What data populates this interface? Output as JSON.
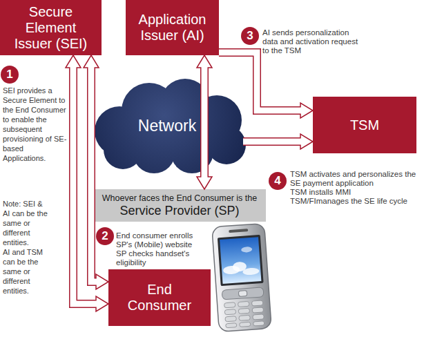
{
  "diagram": {
    "nodes": [
      {
        "text": [
          "Secure Element Issuer (SEI)"
        ]
      },
      {
        "text": [
          "Application Issuer (AI)"
        ]
      },
      {
        "text": [
          "Network"
        ]
      },
      {
        "text": [
          "TSM"
        ]
      },
      {
        "text": [
          "Whoever faces the End Consumer is the",
          "Service Provider (SP)"
        ]
      },
      {
        "text": [
          "End Consumer"
        ]
      }
    ],
    "edges": [
      {
        "from": 0,
        "to": 5,
        "arrow": "both"
      },
      {
        "from": 0,
        "to": 5,
        "arrow": "both"
      },
      {
        "from": 1,
        "to": 4,
        "arrow": "both"
      },
      {
        "from": 1,
        "to": 3,
        "arrow": "to"
      },
      {
        "from": 2,
        "to": 3,
        "arrow": "to"
      }
    ],
    "labels": [
      "1",
      "SEI provides a Secure Element to the End Consumer to enable the subsequent provisioning of SE-based Applications.",
      "Note: SEI & AI can be the same or different entities.",
      "AI and TSM can be the same or different entities.",
      "2",
      "End consumer enrolls SP's (Mobile) website",
      "SP checks handset's eligibility",
      "3",
      "AI sends personalization data and activation request to the TSM",
      "4",
      "TSM activates and personalizes the SE payment application",
      "TSM installs MMI",
      "TSM/FImanages the SE life cycle"
    ]
  }
}
